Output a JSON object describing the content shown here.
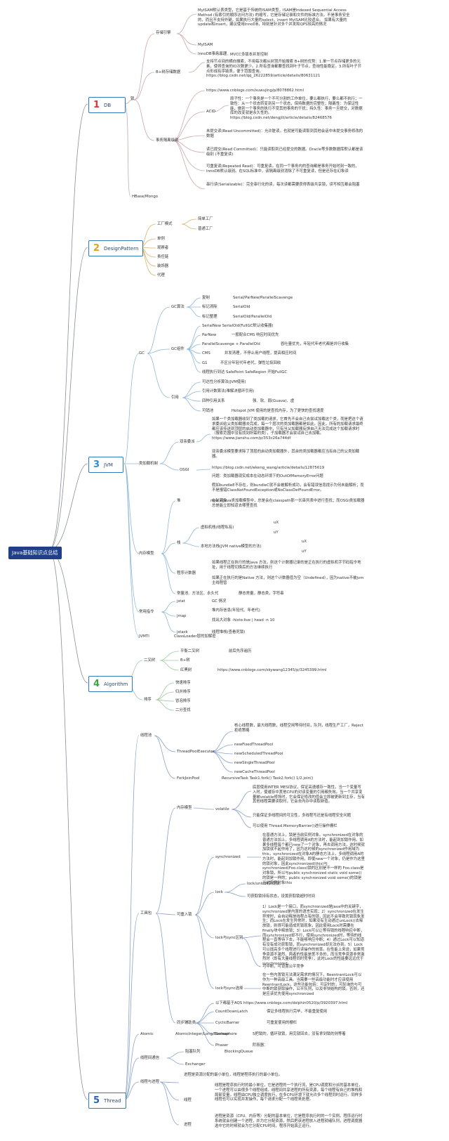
{
  "root": "Java基础知识点总结",
  "branches": [
    {
      "num": "1",
      "label": "DB",
      "color": "#d33b3b"
    },
    {
      "num": "2",
      "label": "DesignPattern",
      "color": "#e3a21a"
    },
    {
      "num": "3",
      "label": "JVM",
      "color": "#2f8fd6"
    },
    {
      "num": "4",
      "label": "Algorithm",
      "color": "#3fa33f"
    },
    {
      "num": "5",
      "label": "Thread",
      "color": "#2f5fa8"
    }
  ],
  "db": {
    "le": "锁",
    "storage": "存储引擎",
    "myisam_desc": "MyISAM默认表类型，它是基于传统的ISAM类型，ISAM是Indexed Sequential Access Method (有索引的顺序访问方法) 的缩写，它是存储记录和文件的标准方法。不是事务安全的，而且不支持外键，如果执行大量的select，insert MyISAM比较适合。 如果有大量的update和insert，建议使用InnoDB，特别是针对多个并发和QPS较高的情况",
    "myisam": "MyISAM",
    "innodb": "InnoDB事务原理",
    "mvcc": "MVCC多版本并发控制",
    "btree": "B+树存储数据",
    "btree_desc": "支持节点间的横向搜索，不用每次都从树顶开始搜索 B+树的优势：1.单一节点存储更多的元素，使得查询的IO次数更少。2.所有查询都要查找到叶子节点，查询性能稳定。3.所有叶子节点形成有序链表，便于范围查询。 https://blog.csdn.net/qq_26222859/article/details/80631121",
    "tx_url": "https://www.cnblogs.com/xuwujing/p/8078862.html",
    "tx_level": "事务隔离级别",
    "acid": "ACID",
    "acid_desc": "原子性：一个事务是一个不可分割的工作单位，要么都执行，要么都不执行；一致性：从一个状态转变到另一个状态，保持数据的完整性；隔离性：为保证性能，做到一个事务的执行不受其他事务的干扰；持久性：事务一旦提交，对数据库的改变就是永久性的。 https://blog.csdn.net/dengjili/article/details/82468576",
    "l1": "未提交读(Read Uncommitted)：允许脏读，也就是可能读取到其他会话中未提交事务修改的数据",
    "l2": "读已提交(Read Committed)：只能读取到已经提交的数据。Oracle等多数数据库默认都是该级别 (不重复读)",
    "l3": "可重复读(Repeated Read)：可重复读。在同一个事务内的查询都是事务开始时刻一致的，InnoDB默认级别。在SQL标准中，该隔离级别消除了不可重复读，但是还存在幻象读",
    "l4": "串行读(Serializable)：完全串行化的读，每次读都需要获得表级共享锁，读写相互都会阻塞",
    "hbase": "HBase/Mongo"
  },
  "dp": {
    "factory": "工厂模式",
    "simple": "简单工厂",
    "normal": "普通工厂",
    "singleton": "单例",
    "observer": "观察者",
    "chain": "责任链",
    "decorator": "装饰器",
    "proxy": "代理"
  },
  "jvm": {
    "gc": "GC",
    "gc_algo": "GC算法",
    "copy": "复制",
    "copy_c": "Serial/ParNew/ParallelScavenge",
    "mark_sweep": "标记清除",
    "mark_sweep_c": "SerialOld",
    "mark_compact": "标记整理",
    "mark_compact_c": "SerialOld/ParallelOld",
    "collector": "GC组件",
    "c1": "SerialNew SerialOld(FullGC默认收集器)",
    "c2": "ParNew",
    "c2d": "一般配合CMS 响应时间优先",
    "c3": "ParallelScavenge + ParallelOld",
    "c3d": "吞吐量优先，年轻代年老代都是并行收集",
    "c4": "CMS",
    "c4d": "并发清理，不停止用户线程，提高相应时间",
    "c5": "G1",
    "c5d": "不区分年轻代年老代，弹性垃圾回收",
    "c6": "线程执行到达 SafePoint SafeRegion 开始FullGC",
    "ref": "引用",
    "r1": "可达性分析算法(JVM使用)",
    "r2": "引用计数算法(难解决循环引用)",
    "r3": "四种引用关系",
    "r3d": "强、软、弱(Guava)、虚",
    "r4": "可销池",
    "r4d": "Hotspot JVM 使用的是查找内存，为了更快的查找速度",
    "classload": "类加载机制",
    "parent": "双亲委派",
    "parent_desc": "如果一个类加载器收到了类加载的请求，它首先不会自己去尝试加载这个类，而是把这个请求委派给父类加载器去完成，每一个层次的类加载器都是如此。因此，所有的加载请求最终都应该传送到顶层的启动类加载器中，只有当父加载器反馈自己无法完成这个加载请求时（搜索范围中没有找到所需的类），子加载器才会尝试自己去加载。 https://www.jianshu.com/p/353c26a744df",
    "parent_desc2": "双亲委派模型要求除了顶层的启动类加载器外，其余的类加载器都应当有自己的父类加载器。",
    "osgi": "OSGI",
    "osgi_url": "https://blog.csdn.net/wkeng_wang/article/details/12875619",
    "osgi1": "问题：类加载器现实成本在动态环境下的OutOfMemoryError问题",
    "osgi2": "假如bundleE不存在，则bundleC就不会被解析成功，会有错误信息提示为何未能解析；而不是报错ClassNotFoundException或NoClassDefFoundError。",
    "osgi3": "在较高Java类加载模型中，总是会在classpath那一长串列表中进行查找；而OSGi类加载器总是能立即知道去哪里查找",
    "mem": "内存模型",
    "heap": "堆",
    "heap_d": "new 对象",
    "stack": "栈",
    "vm_stack": "虚拟机栈(线程私有)",
    "ux": "uX",
    "uy": "uY",
    "native_stack": "本地方法栈(JVM native模型的方法)",
    "ux2": "uX",
    "uy2": "uY",
    "pc": "程序计数器",
    "pc1": "如果线程正在执行的是Java 方法，则这个计数器记录的是正在执行的虚拟机字节码指令地址，用于线程切换后的方法继续执行",
    "pc2": "如果正在执行的是Native 方法，则这个计数器值为空（Undefined），因为native不被jvm主线程管",
    "perm": "常量池、方法区、永久代",
    "perm_d": "静态常量，静态类，字符串",
    "cmd": "常用指令",
    "jstat": "jstat",
    "jstat_d": "GC 情况",
    "jmap": "jmap",
    "jmap_d1": "堆内存信息(年轻代、年老代)",
    "jmap_d2": "找出大对象 -histo:live | head -n 10",
    "jstack": "jstack",
    "jstack_d": "线程堆栈(查看死锁)",
    "jvmti": "JVMTI",
    "jvmti_d": "ClassLoader层的加解密"
  },
  "alg": {
    "tree": "二叉树",
    "balance": "平衡二叉树",
    "balance_d": "前后先序遍历",
    "bplus": "B+树",
    "rb": "红黑树",
    "rb_d": "https://www.cnblogs.com/skywang12345/p/3245399.html",
    "sort": "排序",
    "s1": "快速排序",
    "s2": "归并排序",
    "s3": "冒泡排序",
    "s4": "二分查找"
  },
  "thread": {
    "pool": "线程池",
    "tpe": "ThreadPoolExecutor",
    "tpe1": "核心线程数，最大线程数，线程空闲等待时间，队列，线程生产工厂，Reject拒绝策略",
    "tpe2": "newFixedThreadPool",
    "tpe3": "newScheduledThreadPool",
    "tpe4": "newSingleThreadPool",
    "tpe5": "newCacheThreadPool",
    "fjp": "ForkJoinPool",
    "fjp_d": "RecursiveTask  Task1.fork() Task2.fork()  1/2.join()",
    "tools": "工具包",
    "mem": "内存模型",
    "volatile": "volatile",
    "vol1": "底层使用INTER MESI协议，保证高速缓存一致性，当一个变量写入时，使缓存中其他CPU的对该变量的引用都失效。当一个共享变量被volatile修饰时，它会保证修改的值会立即被更新到主存，当有其他线程需要读取时，它会去内存中读取新值。",
    "vol2": "只能保证多线程间的可见性，多线程写还是有线程安全问题",
    "vol3": "可以使用 Thread.MemoryBarrier()进行操作栅栏",
    "reentrant": "可重入锁",
    "sync": "synchronized",
    "sync_d": "在普通方法上，锁是当前实例对象。synchronized在对象的普通方法加上，多线程调用A的方法时，能起到加锁作用。如果多线程每个都已new了一个对象，再去调用方法，这时候就加锁就不起作用了，因为这时候的synchronized作用域为this，synchronized在对象A的静态方法上，多线程调用A的方法时，能起到加锁作用，即使new一个对象，仍是作为这里的锁对象，因此synchronized(this)与synchronized(Foo.class)锁的区别是不一样的 Foo.class是对象锁，所以与public synchronized static void some()的锁是一样的；public synchronized void some()的锁是当前实例对象this",
    "lock": "lock",
    "lock1": "lock/unlock实现锁",
    "lock2": "可获取锁持有状态，设置获取锁超时时间",
    "diff": "lock与sync区别",
    "diff_d": "1）Lock是一个接口，而synchronized是Java中的关键字，synchronized是内置的语言实现；2）synchronized在发生异常时，会自动释放线程占有的锁，因此不会导致死锁现象发生；而Lock在发生异常时，如果没有主动通过unLock()去释放锁，则很可能造成死锁现象，因此使用Lock时需要在finally块中释放锁；3）Lock可以让等待锁的线程响应中断，而synchronized却不行，使用synchronized时，等待的线程会一直等待下去，不能够响应中断；4）通过Lock可以知道有没有成功获取锁，而synchronized却无法办到。5）Lock可以提高多个线程进行读操作的效率。在性能上来说，如果竞争资源不激烈，两者的性能是差不多的，而当竞争资源非常激烈时（即有大量线程同时竞争），此时Lock的性能要远远优于synchronized。",
    "fair": "可中断，可设置公平竞争",
    "choose": "lock与sync选择",
    "choose_d": "在一些内置锁无法满足需求的情况下，ReentrantLock可以作为一种高级工具。当需要一些高级功能时才应该使用ReentrantLock，这些功能包括：可定时的，可轮询的与可中断的锁获取操作，公平队列，以及非块结构的锁。否则，还是应该优先使用synchronized",
    "aqs": "同步辅助类",
    "aqs_url": "以下都基于AQS https://www.cnblogs.com/dolphin0520/p/3920397.html",
    "cdl": "CountDownLatch",
    "cdl_d": "保证多线程执行完毕，不能重复使用",
    "cb": "CyclicBarrier",
    "cb_d": "可重复使用的栅栏",
    "sem": "Semaphore",
    "sem_d": "5把锁的，循环就锁，用完就回去，没有拿到锁的则等着",
    "phaser": "Phaser",
    "phaser_d": "阶段器：",
    "atomic": "Atomic",
    "atomic_d": "AtomicInteger/Long/Boolean",
    "comm": "线程间通信",
    "bq": "阻塞队列",
    "bq_d": "BlockingQueue",
    "exchanger": "Exchanger",
    "tp": "线程与进程",
    "tp_d": "进程是资源分配的最小单位，线程是程序执行的最小单位。",
    "thread": "线程",
    "thread_d": "线程是程序执行时的最小单位，它是进程的一个执行流，是CPU调度和分派的基本单位，一个进程可以由很多个线程组成，线程间共享进程的所有资源，每个线程有自己的堆栈和局部变量。线程由CPU独立调度执行，在多CPU环境下就允许多个线程同时运行。同样多线程也可以实现并发操作，每个请求分配一个线程来处理。",
    "process": "进程",
    "process_d": "进程是资源（CPU、内存等）分配的基本单位，它是程序执行时的一个实例。程序运行时系统就会创建一个进程，并为它分配资源，然后把该进程放入进程就绪队列，进程调度器选中它的时候就会为它分配CPU时间，程序开始真正运行。"
  }
}
